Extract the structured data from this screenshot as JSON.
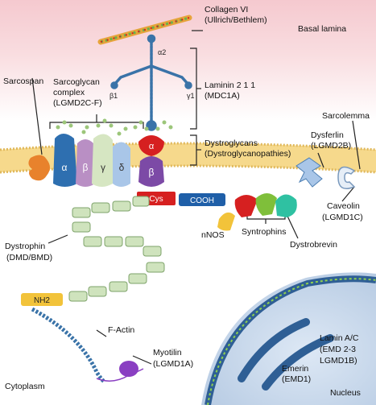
{
  "labels": {
    "collagen": "Collagen VI",
    "collagen_disease": "(Ullrich/Bethlem)",
    "basal_lamina": "Basal lamina",
    "alpha2": "α2",
    "beta1": "β1",
    "gamma1": "γ1",
    "laminin": "Laminin 2 1 1",
    "laminin_disease": "(MDC1A)",
    "sarcospan": "Sarcospan",
    "sarcoglycan": "Sarcoglycan",
    "sarcoglycan_complex": "complex",
    "sarcoglycan_disease": "(LGMD2C-F)",
    "sarcolemma": "Sarcolemma",
    "dystroglycans": "Dystroglycans",
    "dystroglycans_disease": "(Dystroglycanopathies)",
    "dysferlin": "Dysferlin",
    "dysferlin_disease": "(LGMD2B)",
    "sg_alpha": "α",
    "sg_beta": "β",
    "sg_gamma": "γ",
    "sg_delta": "δ",
    "dg_alpha": "α",
    "dg_beta": "β",
    "cys": "Cys",
    "cooh": "COOH",
    "nnos": "nNOS",
    "syntrophins": "Syntrophins",
    "dystrobrevin": "Dystrobrevin",
    "caveolin": "Caveolin",
    "caveolin_disease": "(LGMD1C)",
    "dystrophin": "Dystrophin",
    "dystrophin_disease": "(DMD/BMD)",
    "nh2": "NH2",
    "factin": "F-Actin",
    "myotilin": "Myotilin",
    "myotilin_disease": "(LGMD1A)",
    "lamin": "Lamin A/C",
    "lamin_disease1": "(EMD 2-3",
    "lamin_disease2": "LGMD1B)",
    "emerin": "Emerin",
    "emerin_disease": "(EMD1)",
    "cytoplasm": "Cytoplasm",
    "nucleus": "Nucleus"
  },
  "colors": {
    "membrane": "#f6d98c",
    "sarcospan": "#e8822c",
    "sg_alpha": "#2e6fb0",
    "sg_beta": "#b98fc4",
    "sg_gamma": "#d6e6c2",
    "sg_delta": "#a9c6e8",
    "dg_alpha": "#d62020",
    "dg_beta": "#7c4aa6",
    "dystrophin": "#cfe3bd",
    "nh2": "#f2c33a",
    "cooh": "#1f5fa8",
    "cys": "#d62020",
    "nucleus": "#2f5f95",
    "myotilin": "#8a3fc2"
  },
  "icons": [
    "collagen-fiber-icon",
    "laminin-cross-icon",
    "sarcospan-icon",
    "dysferlin-icon",
    "caveolin-icon",
    "nnos-icon",
    "syntrophin-icon",
    "dystrobrevin-icon",
    "f-actin-icon",
    "myotilin-icon",
    "nucleus-icon"
  ]
}
